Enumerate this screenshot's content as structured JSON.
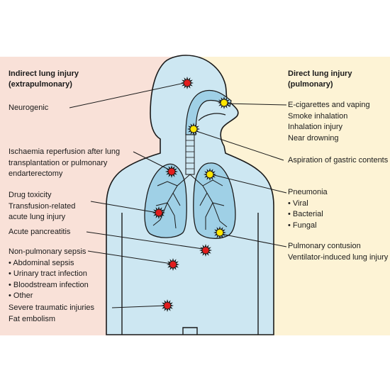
{
  "colors": {
    "indirect_bg": "#f9e1d8",
    "direct_bg": "#fdf3d5",
    "body_fill": "#cde7f2",
    "body_outline": "#1a1a1a",
    "lung_fill": "#9fd0e6",
    "injury_indirect": "#e11d1d",
    "injury_direct": "#ffe600"
  },
  "indirect": {
    "title_line1": "Indirect lung injury",
    "title_line2": "(extrapulmonary)",
    "neurogenic": "Neurogenic",
    "ischaemia": [
      "Ischaemia reperfusion after lung",
      "transplantation or pulmonary",
      "endarterectomy"
    ],
    "drug": [
      "Drug toxicity",
      "Transfusion-related",
      "acute lung injury"
    ],
    "pancreatitis": "Acute pancreatitis",
    "sepsis": {
      "title": "Non-pulmonary sepsis",
      "items": [
        "Abdominal sepsis",
        "Urinary tract infection",
        "Bloodstream infection",
        "Other"
      ]
    },
    "trauma": [
      "Severe traumatic injuries",
      "Fat embolism"
    ]
  },
  "direct": {
    "title_line1": "Direct lung injury",
    "title_line2": "(pulmonary)",
    "inhalation": [
      "E-cigarettes and vaping",
      "Smoke inhalation",
      "Inhalation injury",
      "Near drowning"
    ],
    "aspiration": "Aspiration of gastric contents",
    "pneumonia": {
      "title": "Pneumonia",
      "items": [
        "Viral",
        "Bacterial",
        "Fungal"
      ]
    },
    "contusion": [
      "Pulmonary contusion",
      "Ventilator-induced lung injury"
    ]
  }
}
